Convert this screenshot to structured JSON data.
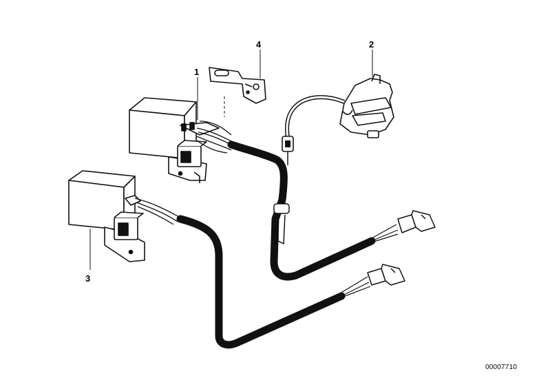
{
  "diagram": {
    "callouts": [
      {
        "id": "1",
        "label": "1"
      },
      {
        "id": "2",
        "label": "2"
      },
      {
        "id": "3",
        "label": "3"
      },
      {
        "id": "4",
        "label": "4"
      }
    ],
    "reference_number": "00007710"
  },
  "colors": {
    "line": "#111111",
    "background": "#ffffff"
  }
}
